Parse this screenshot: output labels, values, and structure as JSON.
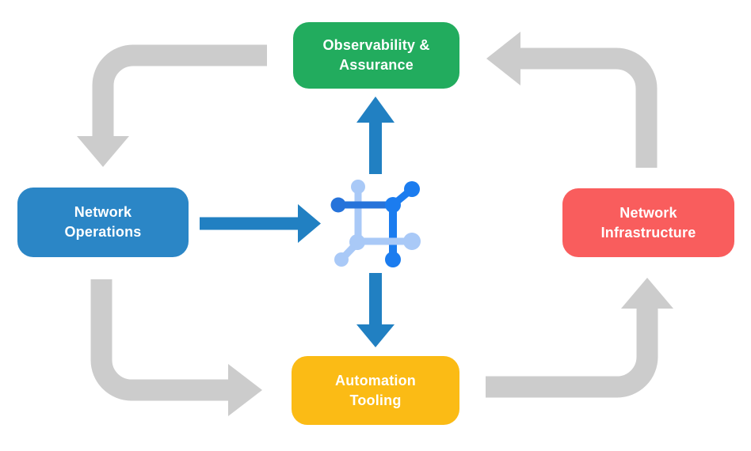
{
  "diagram": {
    "nodes": {
      "observability": {
        "label": "Observability &\nAssurance",
        "color": "#22AC5E"
      },
      "operations": {
        "label": "Network\nOperations",
        "color": "#2B86C6"
      },
      "infrastructure": {
        "label": "Network\nInfrastructure",
        "color": "#F95D5D"
      },
      "automation": {
        "label": "Automation\nTooling",
        "color": "#FBBB15"
      }
    },
    "center_icon": {
      "name": "network-automation-icon"
    },
    "flows": [
      {
        "from": "Observability & Assurance",
        "to": "Network Operations",
        "style": "gray-cycle"
      },
      {
        "from": "Network Operations",
        "to": "Automation Tooling",
        "style": "gray-cycle"
      },
      {
        "from": "Automation Tooling",
        "to": "Network Infrastructure",
        "style": "gray-cycle"
      },
      {
        "from": "Network Infrastructure",
        "to": "Observability & Assurance",
        "style": "gray-cycle"
      },
      {
        "from": "Network Operations",
        "to": "center-icon",
        "style": "blue-direct"
      },
      {
        "from": "center-icon",
        "to": "Observability & Assurance",
        "style": "blue-direct"
      },
      {
        "from": "center-icon",
        "to": "Automation Tooling",
        "style": "blue-direct"
      }
    ],
    "colors": {
      "background": "#FFFFFF",
      "node_observability": "#22AC5E",
      "node_operations": "#2B86C6",
      "node_infrastructure": "#F95D5D",
      "node_automation": "#FBBB15",
      "arrow_gray": "#CCCCCC",
      "arrow_blue": "#2180C2",
      "icon_primary": "#1B7CEF",
      "icon_secondary": "#2673DA",
      "icon_light": "#A9C9F7",
      "label_text": "#FFFFFF"
    }
  }
}
